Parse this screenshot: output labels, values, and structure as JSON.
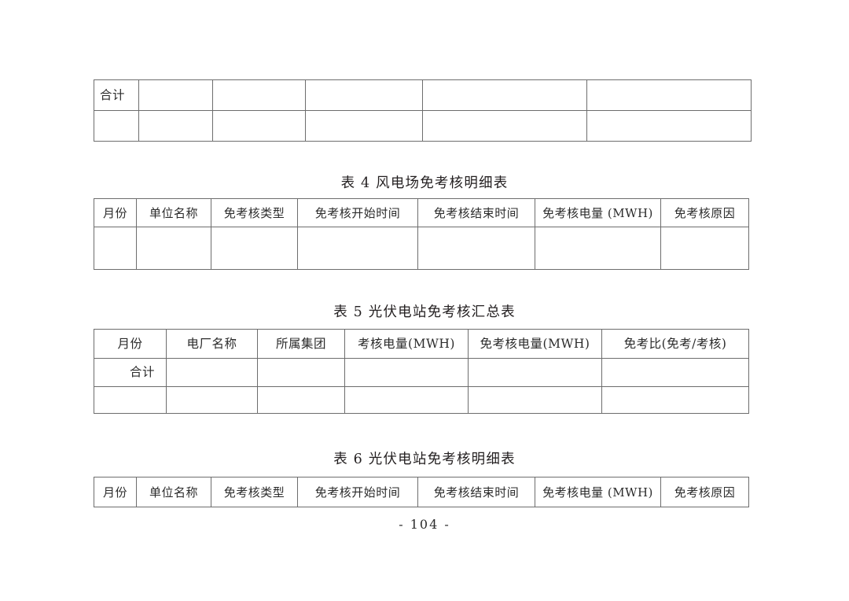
{
  "page": {
    "footer_label": "- 104 -"
  },
  "table_top": {
    "name": "continued-summary-table",
    "rows": [
      {
        "cells": [
          "合计",
          "",
          "",
          "",
          "",
          ""
        ]
      },
      {
        "cells": [
          "",
          "",
          "",
          "",
          "",
          ""
        ]
      }
    ]
  },
  "table_4": {
    "caption": "表 4  风电场免考核明细表",
    "headers": [
      "月份",
      "单位名称",
      "免考核类型",
      "免考核开始时间",
      "免考核结束时间",
      "免考核电量 (MWH)",
      "免考核原因"
    ],
    "rows": [
      {
        "cells": [
          "",
          "",
          "",
          "",
          "",
          "",
          ""
        ]
      }
    ]
  },
  "table_5": {
    "caption": "表 5  光伏电站免考核汇总表",
    "headers": [
      "月份",
      "电厂名称",
      "所属集团",
      "考核电量(MWH)",
      "免考核电量(MWH)",
      "免考比(免考/考核)"
    ],
    "rows": [
      {
        "cells": [
          "合计",
          "",
          "",
          "",
          "",
          ""
        ]
      },
      {
        "cells": [
          "",
          "",
          "",
          "",
          "",
          ""
        ]
      }
    ]
  },
  "table_6": {
    "caption": "表 6  光伏电站免考核明细表",
    "headers": [
      "月份",
      "单位名称",
      "免考核类型",
      "免考核开始时间",
      "免考核结束时间",
      "免考核电量 (MWH)",
      "免考核原因"
    ]
  }
}
